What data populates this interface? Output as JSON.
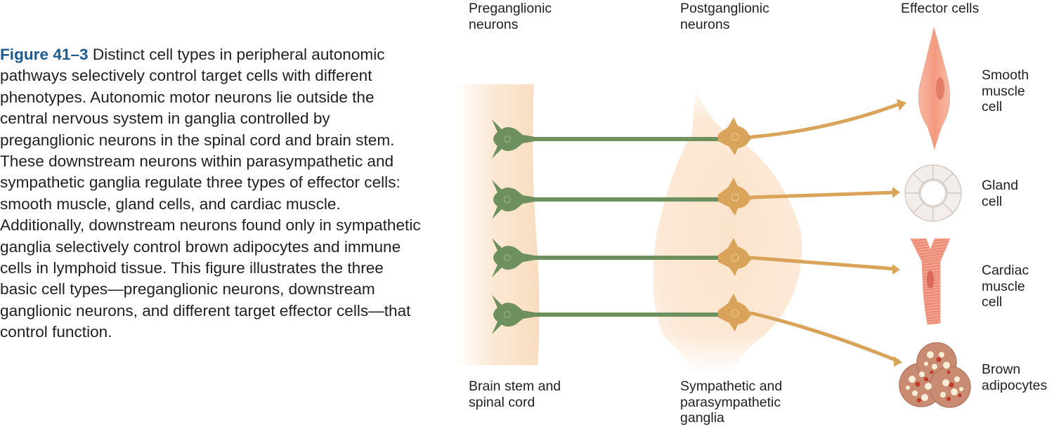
{
  "caption": {
    "figure_number": "Figure 41–3",
    "heading": "Distinct cell types in peripheral autonomic pathways selectively control target cells with different phenotypes.",
    "body": "Autonomic motor neurons lie outside the central nervous system in ganglia controlled by preganglionic neurons in the spinal cord and brain stem. These downstream neurons within parasympathetic and sympathetic ganglia regulate three types of effector cells: smooth muscle, gland cells, and cardiac muscle. Additionally, downstream neurons found only in sympathetic ganglia selectively control brown adipocytes and immune cells in lymphoid tissue. This figure illustrates the three basic cell types—preganglionic neurons, downstream ganglionic neurons, and different target effector cells—that control function."
  },
  "columns": {
    "preganglionic": "Preganglionic\nneurons",
    "postganglionic": "Postganglionic\nneurons",
    "effector": "Effector cells"
  },
  "regions": {
    "brain_stem": "Brain stem and\nspinal cord",
    "ganglia": "Sympathetic and\nparasympathetic\nganglia"
  },
  "effectors": {
    "smooth_muscle": "Smooth\nmuscle\ncell",
    "gland": "Gland\ncell",
    "cardiac": "Cardiac\nmuscle\ncell",
    "brown_adipocytes": "Brown\nadipocytes"
  },
  "colors": {
    "preganglionic_neuron": "#6e8f5e",
    "postganglionic_neuron": "#d9a35a",
    "cns_region": "#fbe8d3",
    "ganglion_region": "#fbe4cc",
    "smooth_muscle": "#f4a68e",
    "cardiac": "#f29a86",
    "gland": "#efe9e4",
    "adipocyte": "#c98b72",
    "caption_accent": "#1c5a92"
  }
}
